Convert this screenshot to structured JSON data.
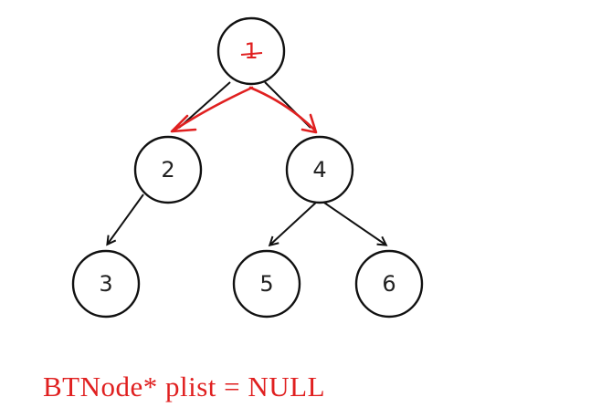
{
  "tree": {
    "nodes": [
      {
        "id": "1",
        "label": "1"
      },
      {
        "id": "2",
        "label": "2"
      },
      {
        "id": "4",
        "label": "4"
      },
      {
        "id": "3",
        "label": "3"
      },
      {
        "id": "5",
        "label": "5"
      },
      {
        "id": "6",
        "label": "6"
      }
    ],
    "edges": [
      {
        "from": "1",
        "to": "2",
        "highlight": true
      },
      {
        "from": "1",
        "to": "4",
        "highlight": true
      },
      {
        "from": "2",
        "to": "3",
        "highlight": false
      },
      {
        "from": "4",
        "to": "5",
        "highlight": false
      },
      {
        "from": "4",
        "to": "6",
        "highlight": false
      }
    ]
  },
  "code": {
    "text": "BTNode* plist = NULL"
  },
  "colors": {
    "highlight": "#e02020",
    "stroke": "#111111",
    "code_text": "#e02020"
  }
}
